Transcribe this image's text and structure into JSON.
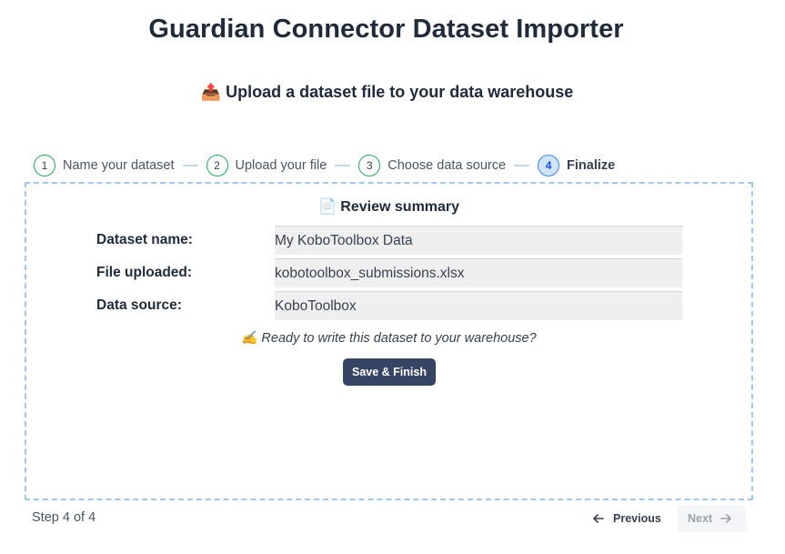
{
  "header": {
    "title": "Guardian Connector Dataset Importer",
    "subtitle": "📤 Upload a dataset file to your data warehouse"
  },
  "stepper": {
    "steps": [
      {
        "number": "1",
        "label": "Name your dataset",
        "state": "complete"
      },
      {
        "number": "2",
        "label": "Upload your file",
        "state": "complete"
      },
      {
        "number": "3",
        "label": "Choose data source",
        "state": "complete"
      },
      {
        "number": "4",
        "label": "Finalize",
        "state": "active"
      }
    ]
  },
  "review": {
    "title": "📄 Review summary",
    "rows": [
      {
        "label": "Dataset name:",
        "value": "My KoboToolbox Data"
      },
      {
        "label": "File uploaded:",
        "value": "kobotoolbox_submissions.xlsx"
      },
      {
        "label": "Data source:",
        "value": "KoboToolbox"
      }
    ],
    "prompt": "✍️ Ready to write this dataset to your warehouse?",
    "save_label": "Save & Finish"
  },
  "footer": {
    "step_text": "Step 4 of 4",
    "previous_label": "Previous",
    "next_label": "Next"
  },
  "colors": {
    "primary_button": "#374565",
    "step_complete": "#22a85a",
    "step_active": "#3b82f6",
    "panel_border": "#9ec9ec"
  }
}
